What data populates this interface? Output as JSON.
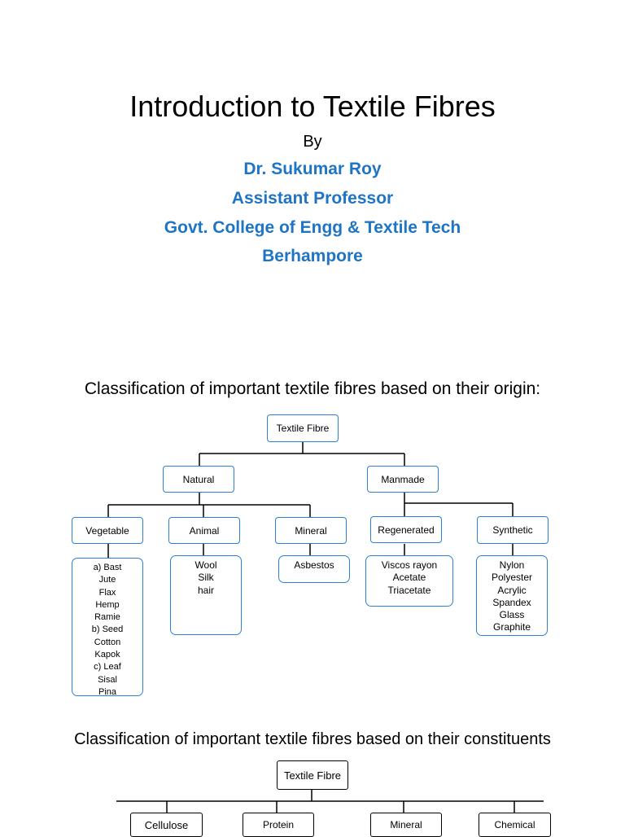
{
  "title": "Introduction to Textile Fibres",
  "by": "By",
  "author": {
    "name": "Dr. Sukumar Roy",
    "position": "Assistant Professor",
    "institution": "Govt. College of Engg & Textile Tech",
    "city": "Berhampore"
  },
  "section1": {
    "heading": "Classification of important textile fibres based on their origin:",
    "root": "Textile Fibre",
    "natural": "Natural",
    "manmade": "Manmade",
    "vegetable": "Vegetable",
    "animal": "Animal",
    "mineral": "Mineral",
    "regenerated": "Regenerated",
    "synthetic": "Synthetic",
    "vegetable_items": [
      "a) Bast",
      "Jute",
      "Flax",
      "Hemp",
      "Ramie",
      "b) Seed",
      "Cotton",
      "Kapok",
      "c) Leaf",
      "Sisal",
      "Pina"
    ],
    "animal_items": [
      "Wool",
      "Silk",
      "hair"
    ],
    "mineral_items": [
      "Asbestos"
    ],
    "regenerated_items": [
      "Viscos rayon",
      "Acetate",
      "Triacetate"
    ],
    "synthetic_items": [
      "Nylon",
      "Polyester",
      "Acrylic",
      "Spandex",
      "Glass",
      "Graphite"
    ]
  },
  "section2": {
    "heading": "Classification of important textile fibres based on their constituents",
    "root": "Textile Fibre",
    "cellulose": "Cellulose",
    "protein": "Protein",
    "mineral": "Mineral",
    "chemical": "Chemical"
  },
  "colors": {
    "author_text": "#1f74c4",
    "box_border": "#2f7fd6"
  }
}
